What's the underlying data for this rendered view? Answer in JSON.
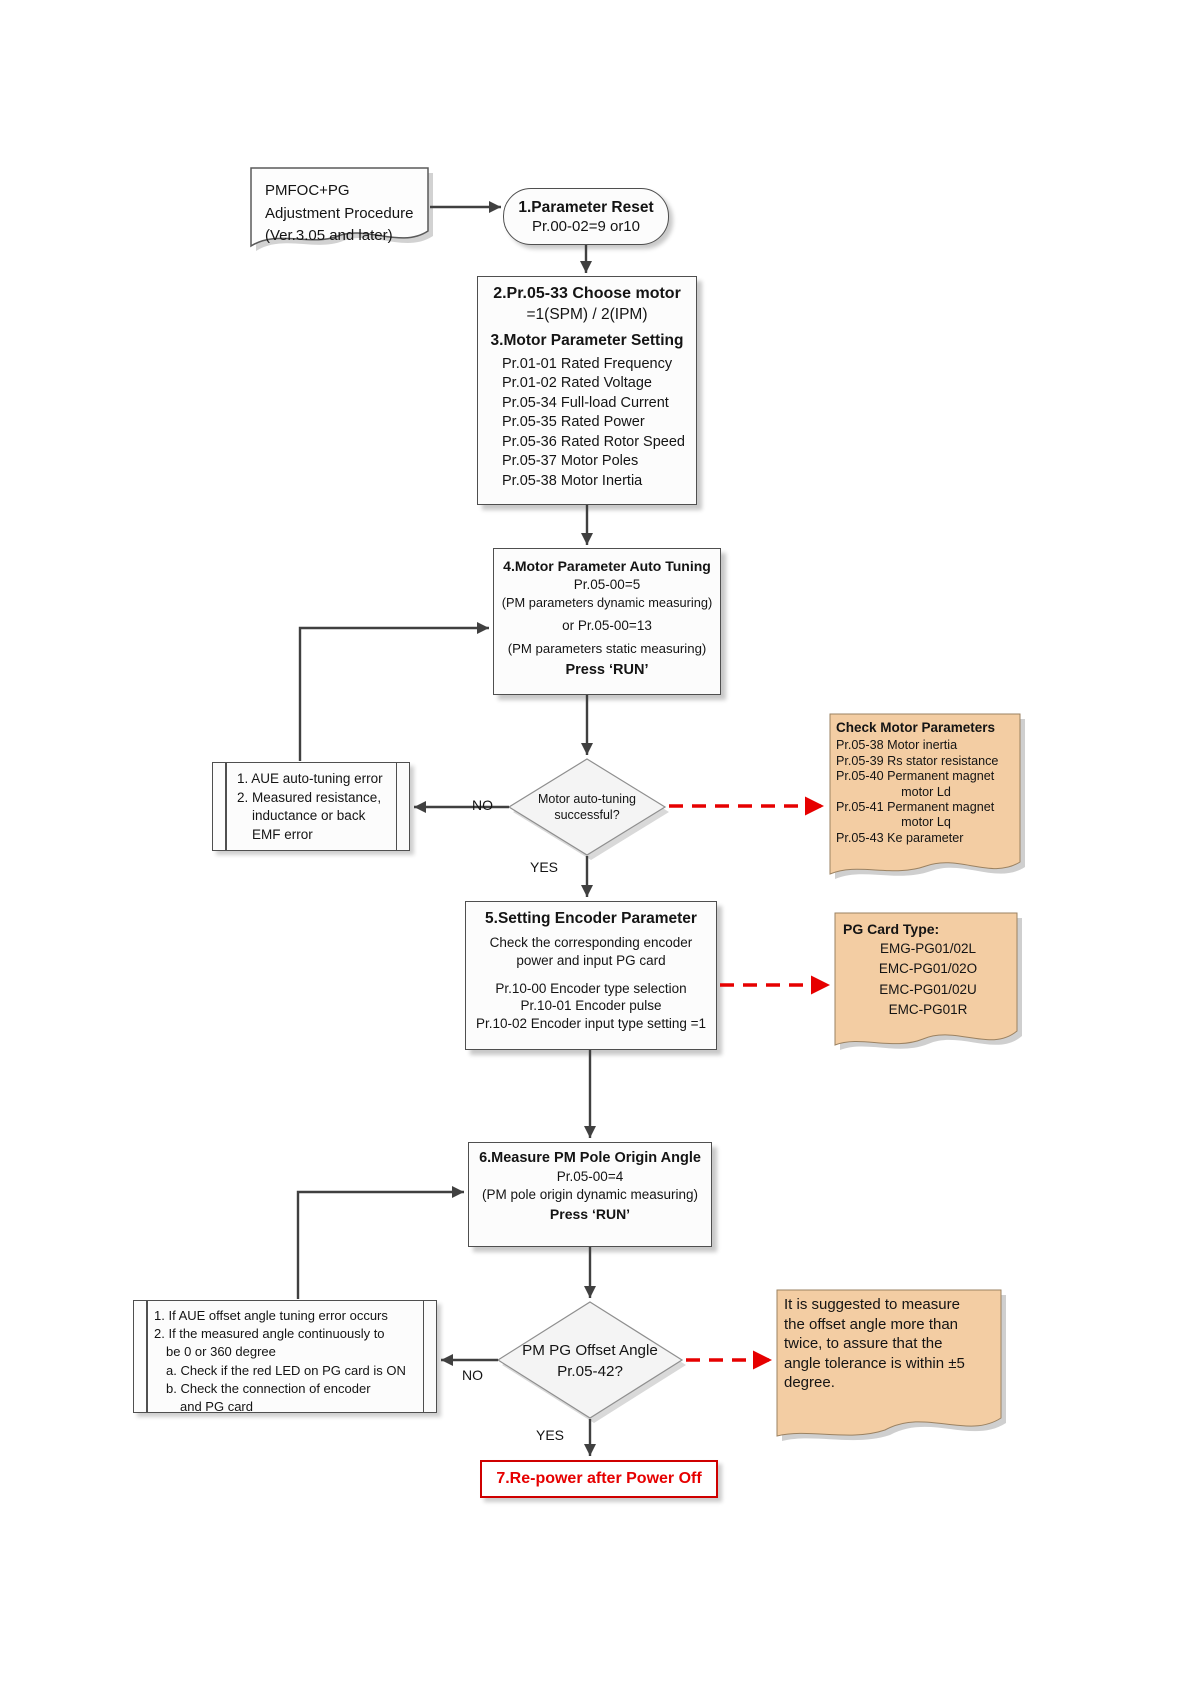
{
  "colors": {
    "accent_red": "#e60000",
    "note_bg": "#f3cda3",
    "box_border": "#4f4f4f",
    "shadow": "#c9c9c9"
  },
  "flow": {
    "start": {
      "l1": "PMFOC+PG",
      "l2": "Adjustment Procedure",
      "l3": "(Ver.3.05 and later)"
    },
    "step1": {
      "title": "1.Parameter Reset",
      "sub": "Pr.00-02=9 or10"
    },
    "step23": {
      "title2": "2.Pr.05-33 Choose motor",
      "sub2": "=1(SPM) / 2(IPM)",
      "title3": "3.Motor Parameter Setting",
      "items": [
        "Pr.01-01 Rated Frequency",
        "Pr.01-02 Rated Voltage",
        "Pr.05-34 Full-load Current",
        "Pr.05-35 Rated Power",
        "Pr.05-36 Rated Rotor Speed",
        "Pr.05-37 Motor Poles",
        "Pr.05-38 Motor Inertia"
      ]
    },
    "step4": {
      "title": "4.Motor Parameter Auto Tuning",
      "l1": "Pr.05-00=5",
      "l2": "(PM parameters dynamic measuring)",
      "l3": "or Pr.05-00=13",
      "l4": "(PM parameters static measuring)",
      "press": "Press ‘RUN’"
    },
    "decision1": {
      "l1": "Motor auto-tuning",
      "l2": "successful?"
    },
    "errorbox1": {
      "l1": "1. AUE auto-tuning error",
      "l2": "2. Measured resistance,",
      "l3": "inductance or back",
      "l4": "EMF error"
    },
    "note_motor": {
      "title": "Check Motor Parameters",
      "lines": [
        "Pr.05-38 Motor inertia",
        "Pr.05-39 Rs stator resistance",
        "Pr.05-40 Permanent magnet",
        "motor Ld",
        "Pr.05-41 Permanent magnet",
        "motor Lq",
        "Pr.05-43 Ke parameter"
      ]
    },
    "step5": {
      "title": "5.Setting Encoder Parameter",
      "l1": "Check the corresponding encoder",
      "l2": "power and input PG card",
      "l3": "Pr.10-00 Encoder type selection",
      "l4": "Pr.10-01 Encoder pulse",
      "l5": "Pr.10-02 Encoder input type setting =1"
    },
    "note_pg": {
      "title": "PG Card Type:",
      "items": [
        "EMG-PG01/02L",
        "EMC-PG01/02O",
        "EMC-PG01/02U",
        "EMC-PG01R"
      ]
    },
    "step6": {
      "title": "6.Measure PM Pole Origin Angle",
      "l1": "Pr.05-00=4",
      "l2": "(PM pole origin dynamic measuring)",
      "press": "Press ‘RUN’"
    },
    "decision2": {
      "l1": "PM PG Offset Angle",
      "l2": "Pr.05-42?"
    },
    "errorbox2": {
      "l1": "1. If AUE offset angle tuning error occurs",
      "l2": "2. If the measured angle continuously to",
      "l3": "be 0 or 360 degree",
      "l4": "a. Check if the red LED on PG card is ON",
      "l5": "b. Check the connection of encoder",
      "l6": "and PG card"
    },
    "note_angle": {
      "l1": "It is suggested to measure",
      "l2": "the offset angle more than",
      "l3": "twice, to assure that the",
      "l4": "angle tolerance is within ±5",
      "l5": "degree."
    },
    "step7": {
      "title": "7.Re-power after Power Off"
    },
    "labels": {
      "no": "NO",
      "yes": "YES"
    }
  }
}
